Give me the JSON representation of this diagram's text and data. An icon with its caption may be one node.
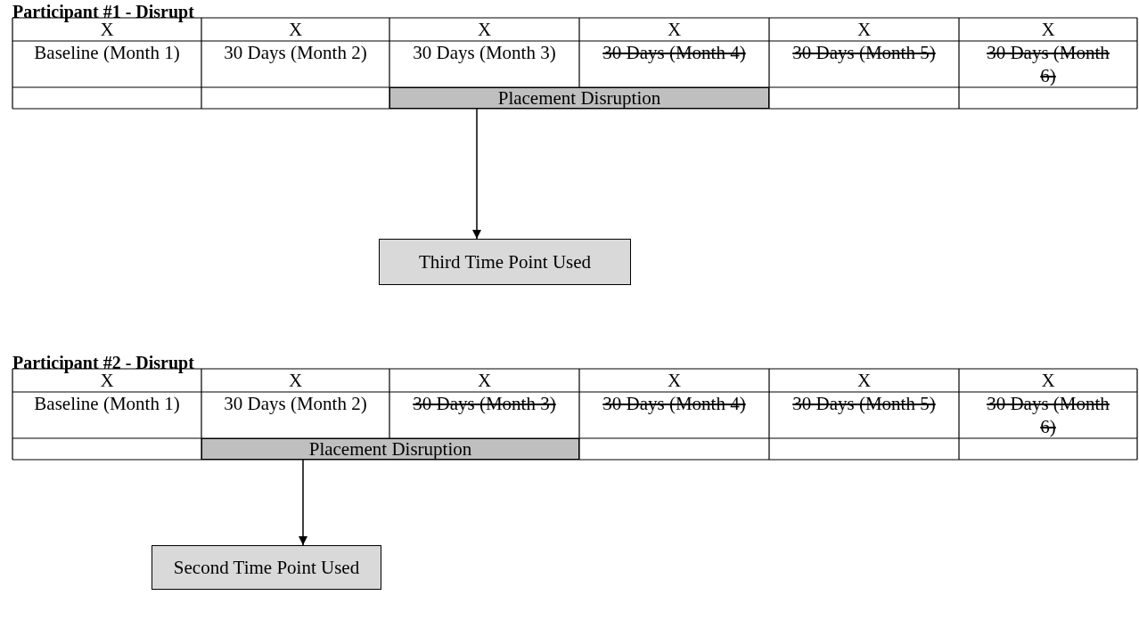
{
  "diagram": {
    "nodes": [
      {
        "text": [
          "Placement Disruption"
        ]
      },
      {
        "text": [
          "Third Time Point Used"
        ]
      },
      {
        "text": [
          "Placement Disruption"
        ]
      },
      {
        "text": [
          "Second Time Point Used"
        ]
      }
    ],
    "edges": [
      {
        "from": 0,
        "to": 1,
        "arrow": "to"
      },
      {
        "from": 2,
        "to": 3,
        "arrow": "to"
      }
    ],
    "labels": [
      "Participant #1 - Disrupt",
      "X",
      "X",
      "X",
      "X",
      "X",
      "X",
      "Baseline (Month 1)",
      "30 Days (Month 2)",
      "30 Days (Month 3)",
      "30 Days (Month 4)",
      "30 Days (Month 5)",
      "30 Days (Month 6)",
      "Participant #2 - Disrupt",
      "X",
      "X",
      "X",
      "X",
      "X",
      "X",
      "Baseline (Month 1)",
      "30 Days (Month 2)",
      "30 Days (Month 3)",
      "30 Days (Month 4)",
      "30 Days (Month 5)",
      "30 Days (Month 6)"
    ]
  }
}
